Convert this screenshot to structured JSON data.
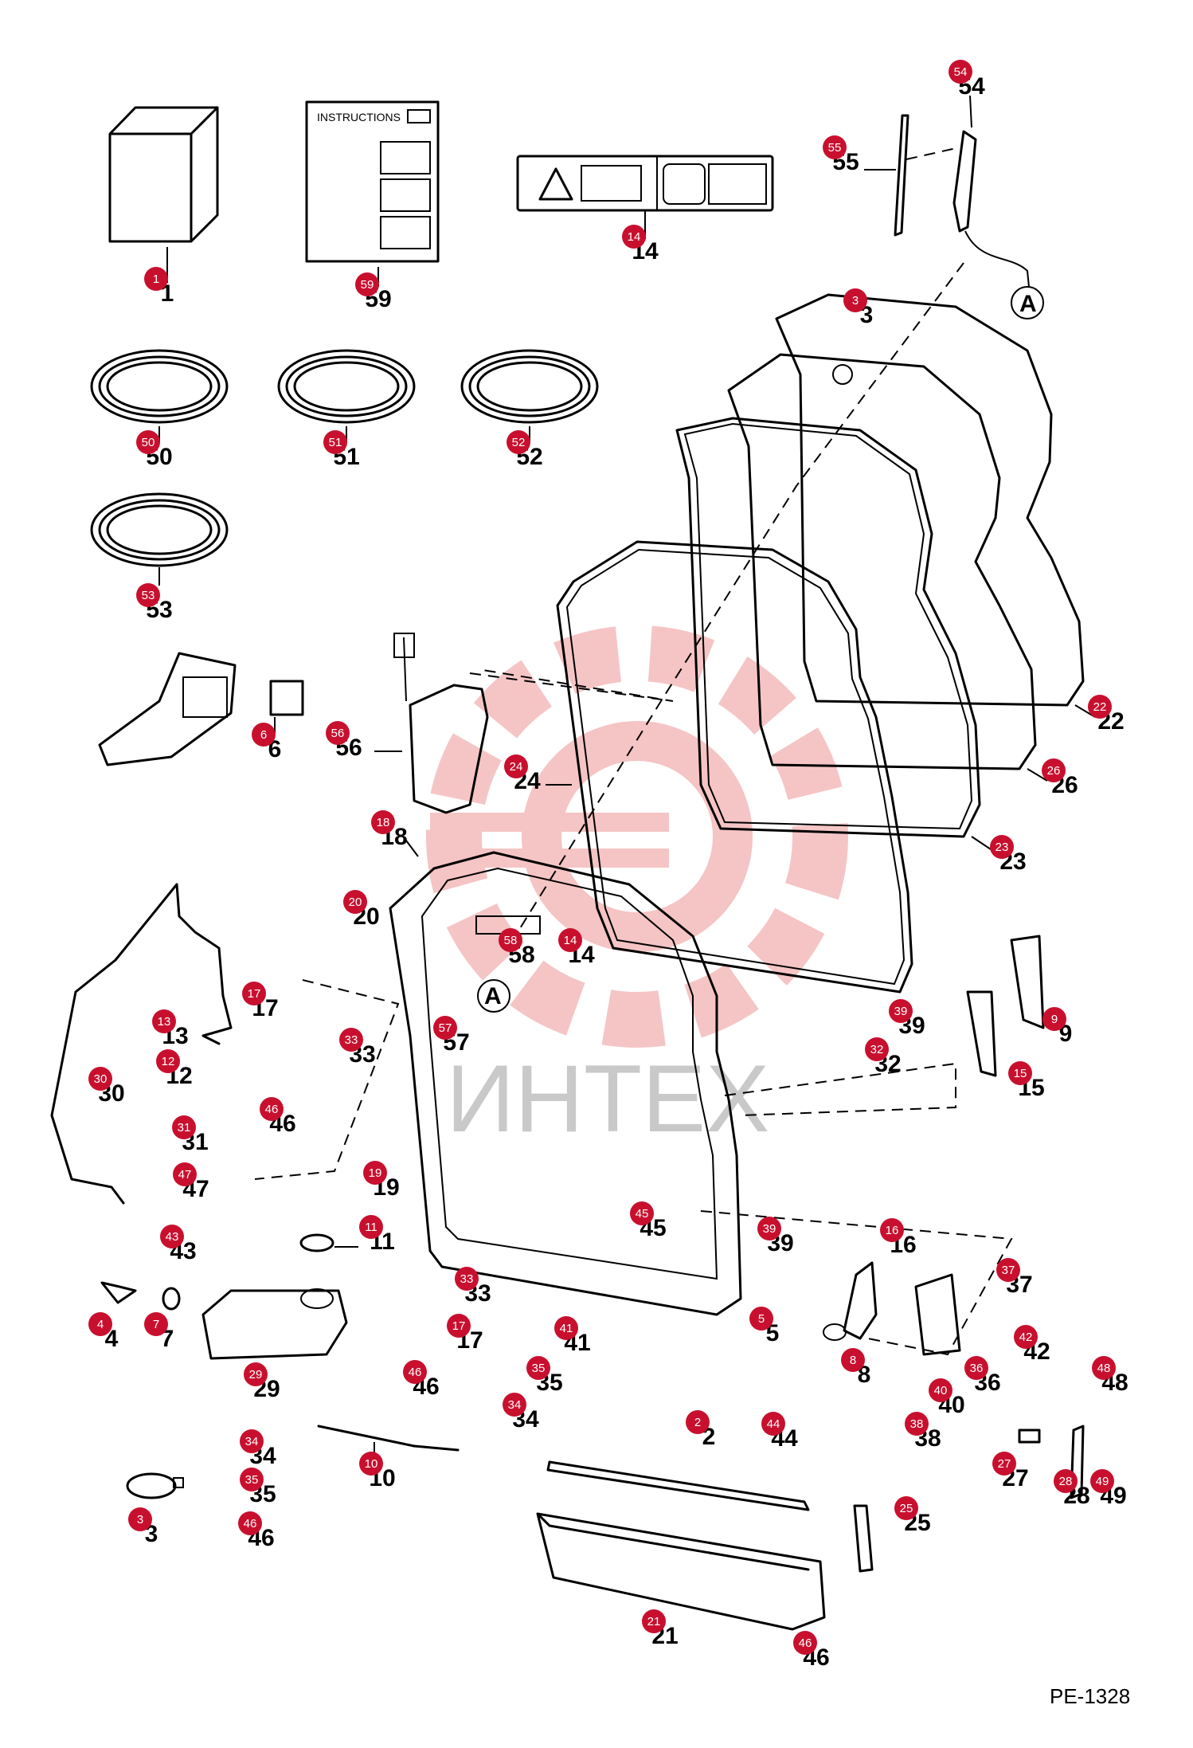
{
  "drawing_id": "PE-1328",
  "watermark": "ИНТЕХ",
  "colors": {
    "badge": "#c8102e",
    "ink": "#000000",
    "watermark": "#f2b8b8",
    "watermark_text": "#c9c9c9"
  },
  "decal_instructions_text": "INSTRUCTIONS",
  "callout_A_label": "A",
  "part_labels": [
    {
      "num": "1",
      "text": "1"
    },
    {
      "num": "59",
      "text": "59"
    },
    {
      "num": "14",
      "text": "14"
    },
    {
      "num": "54",
      "text": "54"
    },
    {
      "num": "55",
      "text": "55"
    },
    {
      "num": "50",
      "text": "50"
    },
    {
      "num": "51",
      "text": "51"
    },
    {
      "num": "52",
      "text": "52"
    },
    {
      "num": "3",
      "text": "3"
    },
    {
      "num": "53",
      "text": "53"
    },
    {
      "num": "22",
      "text": "22"
    },
    {
      "num": "6",
      "text": "6"
    },
    {
      "num": "56",
      "text": "56"
    },
    {
      "num": "24",
      "text": "24"
    },
    {
      "num": "26",
      "text": "26"
    },
    {
      "num": "18",
      "text": "18"
    },
    {
      "num": "23",
      "text": "23"
    },
    {
      "num": "20",
      "text": "20"
    },
    {
      "num": "58",
      "text": "58"
    },
    {
      "num": "14b",
      "text": "14"
    },
    {
      "num": "17",
      "text": "17"
    },
    {
      "num": "57",
      "text": "57"
    },
    {
      "num": "9",
      "text": "9"
    },
    {
      "num": "13",
      "text": "13"
    },
    {
      "num": "33",
      "text": "33"
    },
    {
      "num": "39",
      "text": "39"
    },
    {
      "num": "12",
      "text": "12"
    },
    {
      "num": "46",
      "text": "46"
    },
    {
      "num": "32",
      "text": "32"
    },
    {
      "num": "15",
      "text": "15"
    },
    {
      "num": "30",
      "text": "30"
    },
    {
      "num": "31",
      "text": "31"
    },
    {
      "num": "47",
      "text": "47"
    },
    {
      "num": "19",
      "text": "19"
    },
    {
      "num": "11",
      "text": "11"
    },
    {
      "num": "43",
      "text": "43"
    },
    {
      "num": "45",
      "text": "45"
    },
    {
      "num": "39b",
      "text": "39"
    },
    {
      "num": "16",
      "text": "16"
    },
    {
      "num": "37",
      "text": "37"
    },
    {
      "num": "33b",
      "text": "33"
    },
    {
      "num": "4",
      "text": "4"
    },
    {
      "num": "7",
      "text": "7"
    },
    {
      "num": "5",
      "text": "5"
    },
    {
      "num": "17b",
      "text": "17"
    },
    {
      "num": "41",
      "text": "41"
    },
    {
      "num": "8",
      "text": "8"
    },
    {
      "num": "42",
      "text": "42"
    },
    {
      "num": "29",
      "text": "29"
    },
    {
      "num": "46b",
      "text": "46"
    },
    {
      "num": "35",
      "text": "35"
    },
    {
      "num": "36",
      "text": "36"
    },
    {
      "num": "48",
      "text": "48"
    },
    {
      "num": "40",
      "text": "40"
    },
    {
      "num": "34",
      "text": "34"
    },
    {
      "num": "38",
      "text": "38"
    },
    {
      "num": "2",
      "text": "2"
    },
    {
      "num": "44",
      "text": "44"
    },
    {
      "num": "34b",
      "text": "34"
    },
    {
      "num": "27",
      "text": "27"
    },
    {
      "num": "10",
      "text": "10"
    },
    {
      "num": "28",
      "text": "28"
    },
    {
      "num": "49",
      "text": "49"
    },
    {
      "num": "35b",
      "text": "35"
    },
    {
      "num": "3b",
      "text": "3"
    },
    {
      "num": "25",
      "text": "25"
    },
    {
      "num": "46c",
      "text": "46"
    },
    {
      "num": "21",
      "text": "21"
    },
    {
      "num": "46d",
      "text": "46"
    }
  ]
}
